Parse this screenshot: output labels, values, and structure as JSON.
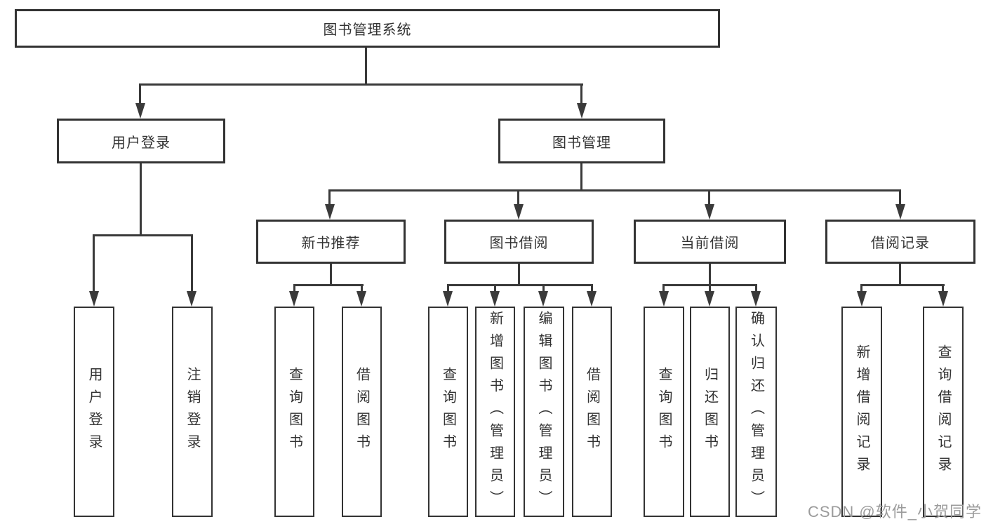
{
  "nodes": {
    "root": "图书管理系统",
    "level2": [
      "用户登录",
      "图书管理"
    ],
    "level3": [
      "新书推荐",
      "图书借阅",
      "当前借阅",
      "借阅记录"
    ],
    "leaves_user": [
      "用户登录",
      "注销登录"
    ],
    "leaves_recommend": [
      "查询图书",
      "借阅图书"
    ],
    "leaves_borrow": [
      "查询图书",
      "新增图书（管理员）",
      "编辑图书（管理员）",
      "借阅图书"
    ],
    "leaves_current": [
      "查询图书",
      "归还图书",
      "确认归还（管理员）"
    ],
    "leaves_records": [
      "新增借阅记录",
      "查询借阅记录"
    ]
  },
  "watermark": {
    "text": "CSDN @软件_小贺同学"
  },
  "colors": {
    "line": "#3a3a3a",
    "border": "#333333",
    "text": "#333333",
    "watermark": "#9b9b9b",
    "background": "#ffffff"
  }
}
